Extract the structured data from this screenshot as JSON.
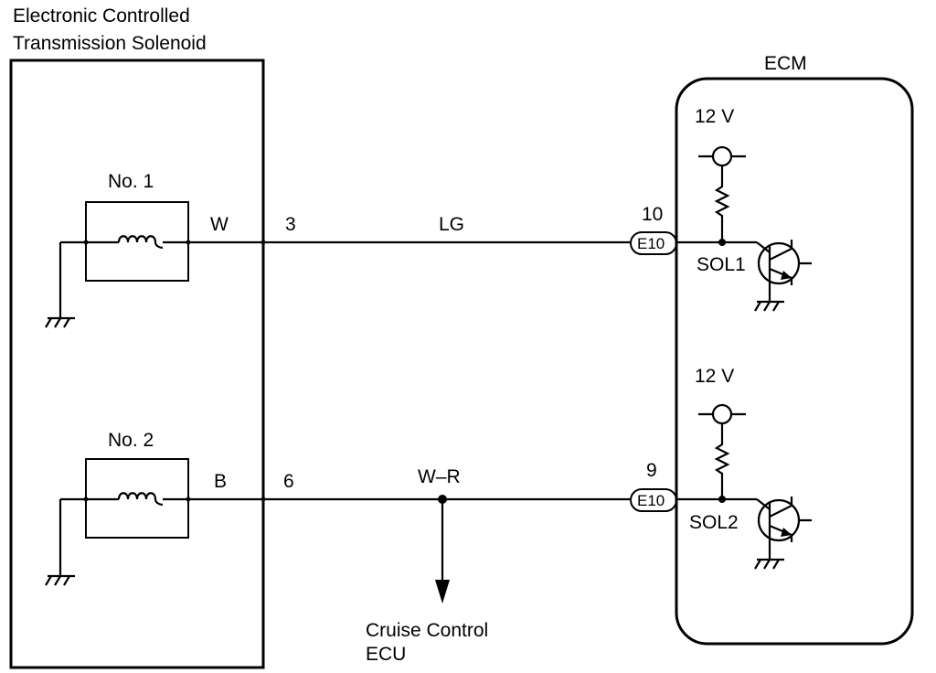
{
  "solenoid_assembly": {
    "title_line1": "Electronic Controlled",
    "title_line2": "Transmission Solenoid",
    "solenoids": [
      {
        "name": "No. 1",
        "wire_color": "W",
        "terminal": "3"
      },
      {
        "name": "No. 2",
        "wire_color": "B",
        "terminal": "6"
      }
    ]
  },
  "harness": {
    "circuits": [
      {
        "wire_color": "LG",
        "connector": "E10",
        "pin": "10"
      },
      {
        "wire_color": "W–R",
        "connector": "E10",
        "pin": "9"
      }
    ],
    "branch": {
      "line1": "Cruise Control",
      "line2": "ECU"
    }
  },
  "ecm": {
    "title": "ECM",
    "channels": [
      {
        "supply": "12 V",
        "signal": "SOL1"
      },
      {
        "supply": "12 V",
        "signal": "SOL2"
      }
    ]
  },
  "colors": {
    "line": "#000000",
    "background": "#ffffff"
  }
}
